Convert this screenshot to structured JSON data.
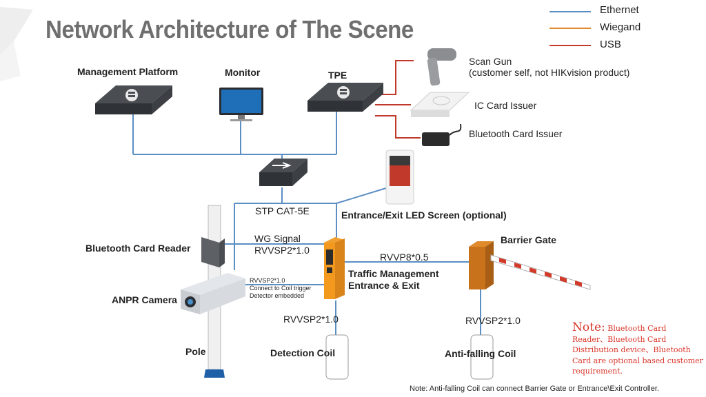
{
  "title": "Network Architecture of The Scene",
  "colors": {
    "ethernet": "#5b8ec2",
    "wiegand": "#e08a2c",
    "usb": "#c0392b",
    "note": "#d9362b"
  },
  "legend": {
    "ethernet": "Ethernet",
    "wiegand": "Wiegand",
    "usb": "USB"
  },
  "devices": {
    "management_platform": "Management Platform",
    "monitor": "Monitor",
    "tpe": "TPE",
    "scan_gun": "Scan Gun",
    "scan_gun_note": "(customer self, not HIKvision product)",
    "ic_card_issuer": "IC Card Issuer",
    "bluetooth_card_issuer": "Bluetooth Card Issuer",
    "led_screen": "Entrance/Exit LED Screen (optional)",
    "bluetooth_card_reader": "Bluetooth Card Reader",
    "anpr_camera": "ANPR Camera",
    "pole": "Pole",
    "traffic_mgmt_line1": "Traffic Management",
    "traffic_mgmt_line2": "Entrance & Exit",
    "barrier_gate": "Barrier Gate",
    "detection_coil": "Detection Coil",
    "anti_falling_coil": "Anti-falling Coil"
  },
  "cables": {
    "stp": "STP CAT-5E",
    "wg_signal": "WG Signal",
    "wg_cable": "RVVSP2*1.0",
    "rvvp8": "RVVP8*0.5",
    "small_1": "RVVSP2*1.0",
    "small_2": "Connect to Coil trigger",
    "small_3": "Detector embedded",
    "coil_cable_1": "RVVSP2*1.0",
    "coil_cable_2": "RVVSP2*1.0"
  },
  "note": {
    "head": "Note:",
    "body": "Bluetooth Card Reader、Bluetooth Card Distribution device、Bluetooth Card are optional based customer requirement."
  },
  "footnote": "Note: Anti-falling Coil can connect Barrier Gate or Entrance\\Exit Controller."
}
